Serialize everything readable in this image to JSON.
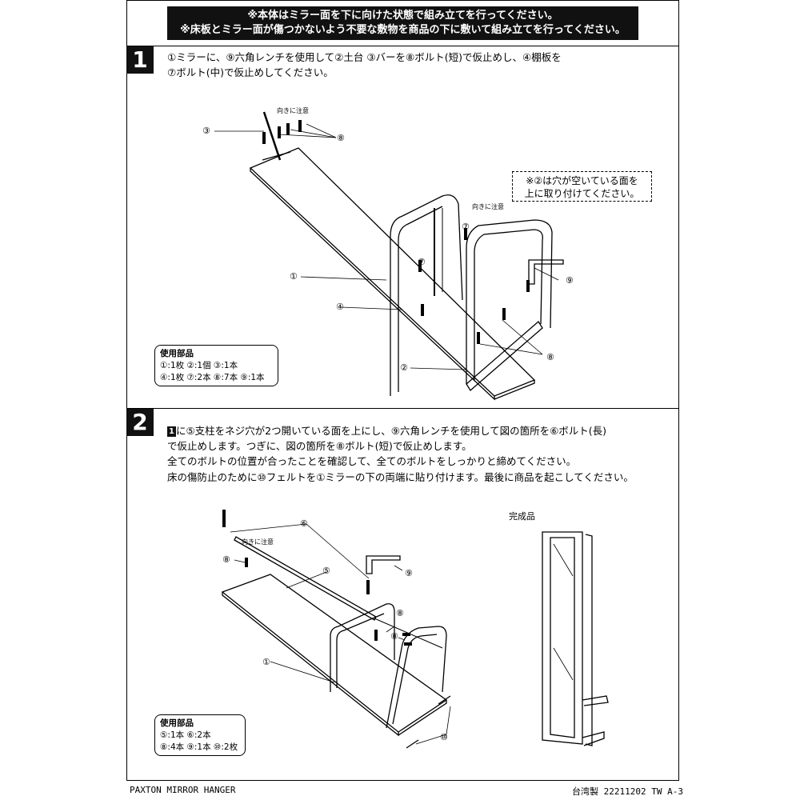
{
  "warning": {
    "line1": "※本体はミラー面を下に向けた状態で組み立てを行ってください。",
    "line2": "※床板とミラー面が傷つかないよう不要な敷物を商品の下に敷いて組み立てを行ってください。"
  },
  "step1": {
    "number": "1",
    "line1": "①ミラーに、⑨六角レンチを使用して②土台 ③バーを⑧ボルト(短)で仮止めし、④棚板を",
    "line2": "⑦ボルト(中)で仮止めしてください。",
    "note_line1": "※②は穴が空いている面を",
    "note_line2": "上に取り付けてください。",
    "caution_a": "向きに注意",
    "caution_b": "向きに注意",
    "callouts": [
      "③",
      "⑧",
      "⑦",
      "⑦",
      "⑦",
      "⑨",
      "①",
      "④",
      "⑧",
      "②"
    ],
    "parts_title": "使用部品",
    "parts_line1": "①:1枚 ②:1個 ③:1本",
    "parts_line2": "④:1枚 ⑦:2本 ⑧:7本 ⑨:1本"
  },
  "step2": {
    "number": "2",
    "ref_box": "1",
    "line1": "に⑤支柱をネジ穴が2つ開いている面を上にし、⑨六角レンチを使用して図の箇所を⑥ボルト(長)",
    "line2": "で仮止めします。つぎに、図の箇所を⑧ボルト(短)で仮止めします。",
    "line3": "全てのボルトの位置が合ったことを確認して、全てのボルトをしっかりと締めてください。",
    "line4": "床の傷防止のために⑩フェルトを①ミラーの下の両端に貼り付けます。最後に商品を起こしてください。",
    "caution": "向きに注意",
    "completed_label": "完成品",
    "callouts": [
      "⑥",
      "⑧",
      "⑨",
      "⑤",
      "⑧",
      "⑧",
      "①",
      "⑩"
    ],
    "parts_title": "使用部品",
    "parts_line1": "⑤:1本 ⑥:2本",
    "parts_line2": "⑧:4本 ⑨:1本 ⑩:2枚"
  },
  "footer": {
    "left": "PAXTON MIRROR HANGER",
    "right": "台湾製 22211202 TW A-3"
  }
}
